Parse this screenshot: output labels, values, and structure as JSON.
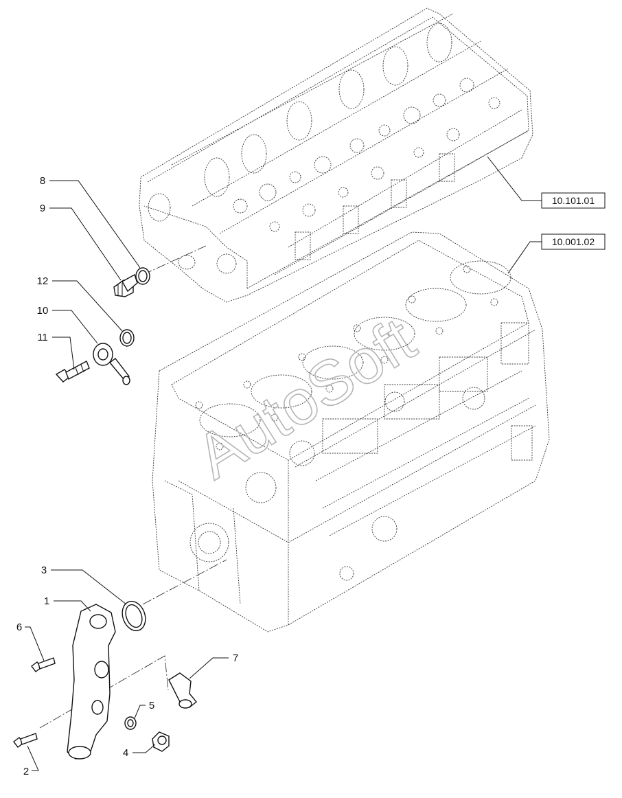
{
  "watermark": "AutoSoft",
  "reference_boxes": [
    {
      "id": "cylinder-head-ref",
      "text": "10.101.01"
    },
    {
      "id": "engine-block-ref",
      "text": "10.001.02"
    }
  ],
  "callouts": [
    {
      "number": "1",
      "part": "water-outlet-elbow"
    },
    {
      "number": "2",
      "part": "elbow-bolt-lower"
    },
    {
      "number": "3",
      "part": "elbow-o-ring"
    },
    {
      "number": "4",
      "part": "plug"
    },
    {
      "number": "5",
      "part": "plug-washer"
    },
    {
      "number": "6",
      "part": "elbow-bolt-upper"
    },
    {
      "number": "7",
      "part": "union-fitting"
    },
    {
      "number": "8",
      "part": "head-seal-ring"
    },
    {
      "number": "9",
      "part": "head-union"
    },
    {
      "number": "10",
      "part": "banjo-fitting"
    },
    {
      "number": "11",
      "part": "banjo-bolt"
    },
    {
      "number": "12",
      "part": "banjo-seal-ring"
    }
  ],
  "colors": {
    "line": "#111111",
    "watermark": "#b5b5b5",
    "background": "#ffffff"
  }
}
